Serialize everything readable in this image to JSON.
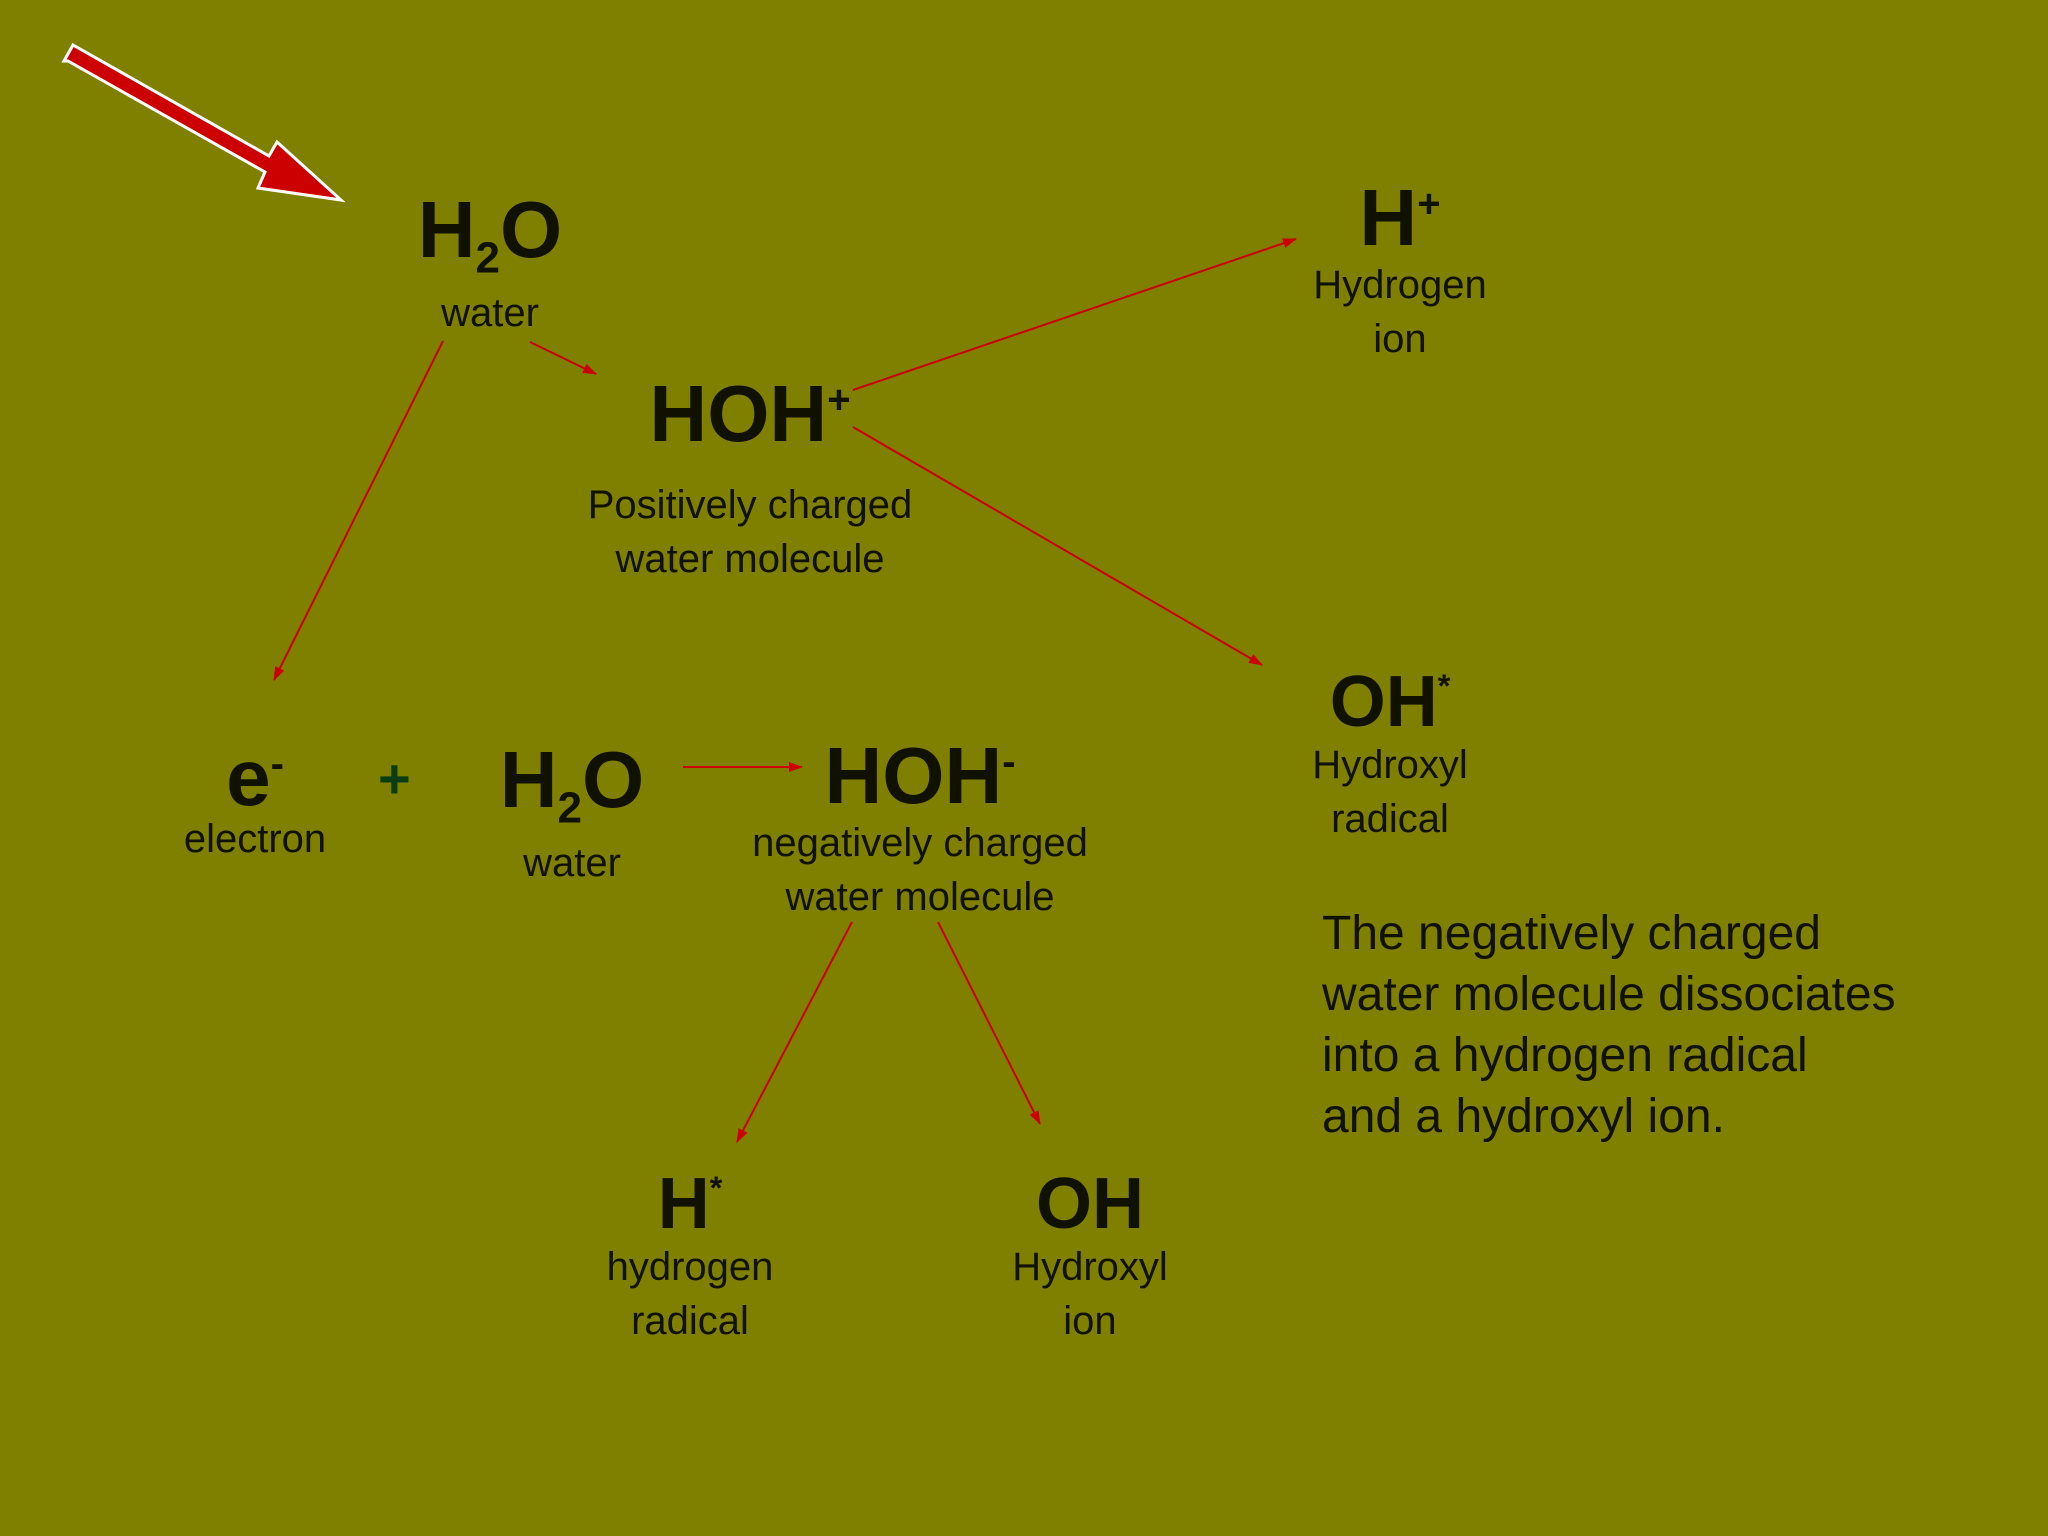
{
  "colors": {
    "background": "#7f7f00",
    "arrow": "#cc0000",
    "pointer_fill": "#cc0000",
    "pointer_outline": "#ffffff",
    "plus": "#0a3d12",
    "text": "#111100"
  },
  "h2o_top": {
    "main": "H",
    "sub": "2",
    "tail": "O",
    "label": "water"
  },
  "hoh_plus": {
    "main": "HOH",
    "sup": "+",
    "label_lines": [
      "Positively charged",
      "water molecule"
    ]
  },
  "h_plus": {
    "main": "H",
    "sup": "+",
    "label_lines": [
      "Hydrogen",
      "ion"
    ]
  },
  "oh_radical": {
    "main": "OH",
    "sup": "*",
    "label_lines": [
      "Hydroxyl",
      "radical"
    ]
  },
  "electron": {
    "main": "e",
    "sup": "-",
    "label": "electron"
  },
  "plus_sign": "+",
  "h2o_bottom": {
    "main": "H",
    "sub": "2",
    "tail": "O",
    "label": "water"
  },
  "hoh_minus": {
    "main": "HOH",
    "sup": "-",
    "label_lines": [
      "negatively charged",
      "water molecule"
    ]
  },
  "h_radical": {
    "main": "H",
    "sup": "*",
    "label_lines": [
      "hydrogen",
      "radical"
    ]
  },
  "oh_ion": {
    "main": "OH",
    "label_lines": [
      "Hydroxyl",
      "ion"
    ]
  },
  "note_lines": [
    "The negatively charged",
    "water molecule dissociates",
    "into a hydrogen radical",
    "and a hydroxyl ion."
  ]
}
